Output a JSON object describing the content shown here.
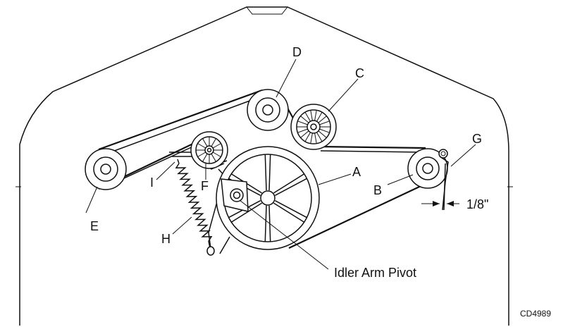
{
  "labels": {
    "a": "A",
    "b": "B",
    "c": "C",
    "d": "D",
    "e": "E",
    "f": "F",
    "g": "G",
    "h": "H",
    "i": "I",
    "pivot": "Idler Arm Pivot",
    "gap": "1/8\""
  },
  "figure_code": "CD4989",
  "colors": {
    "ink": "#111111",
    "background": "#ffffff"
  }
}
